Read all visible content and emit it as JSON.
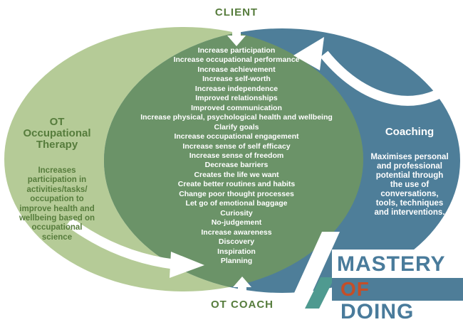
{
  "diagram": {
    "client_label": "CLIENT",
    "ot_coach_label": "OT COACH",
    "left_circle": {
      "title": "OT\nOccupational\nTherapy",
      "description": "Increases\nparticipation in\nactivities/tasks/\noccupation to\nimprove health and\nwellbeing based on\noccupational\nscience"
    },
    "right_circle": {
      "title": "Coaching",
      "description": "Maximises personal\nand professional\npotential through\nthe use of\nconversations,\ntools, techniques\nand interventions."
    },
    "center_items": [
      "Increase participation",
      "Increase occupational performance",
      "Increase achievement",
      "Increase self-worth",
      "Increase independence",
      "Improved relationships",
      "Improved communication",
      "Increase physical, psychological health and wellbeing",
      "Clarify goals",
      "Increase occupational engagement",
      "Increase sense of self efficacy",
      "Increase sense of freedom",
      "Decrease barriers",
      "Creates the life we want",
      "Create better routines and habits",
      "Change poor thought processes",
      "Let go of emotional baggage",
      "Curiosity",
      "No-judgement",
      "Increase awareness",
      "Discovery",
      "Inspiration",
      "Planning"
    ],
    "colors": {
      "left_circle_fill": "#b5cb97",
      "overlap_fill": "#6b9368",
      "right_circle_fill": "#4e7e99",
      "green_text": "#567c3c",
      "white_text": "#ffffff"
    }
  },
  "logo": {
    "word1": "MASTERY",
    "word2": "OF",
    "word3": "DOING",
    "colors": {
      "logo_blue": "#497b9b",
      "logo_orange": "#c44e28",
      "logo_teal": "#4f9a90",
      "band_blue": "#4e7d98"
    }
  }
}
